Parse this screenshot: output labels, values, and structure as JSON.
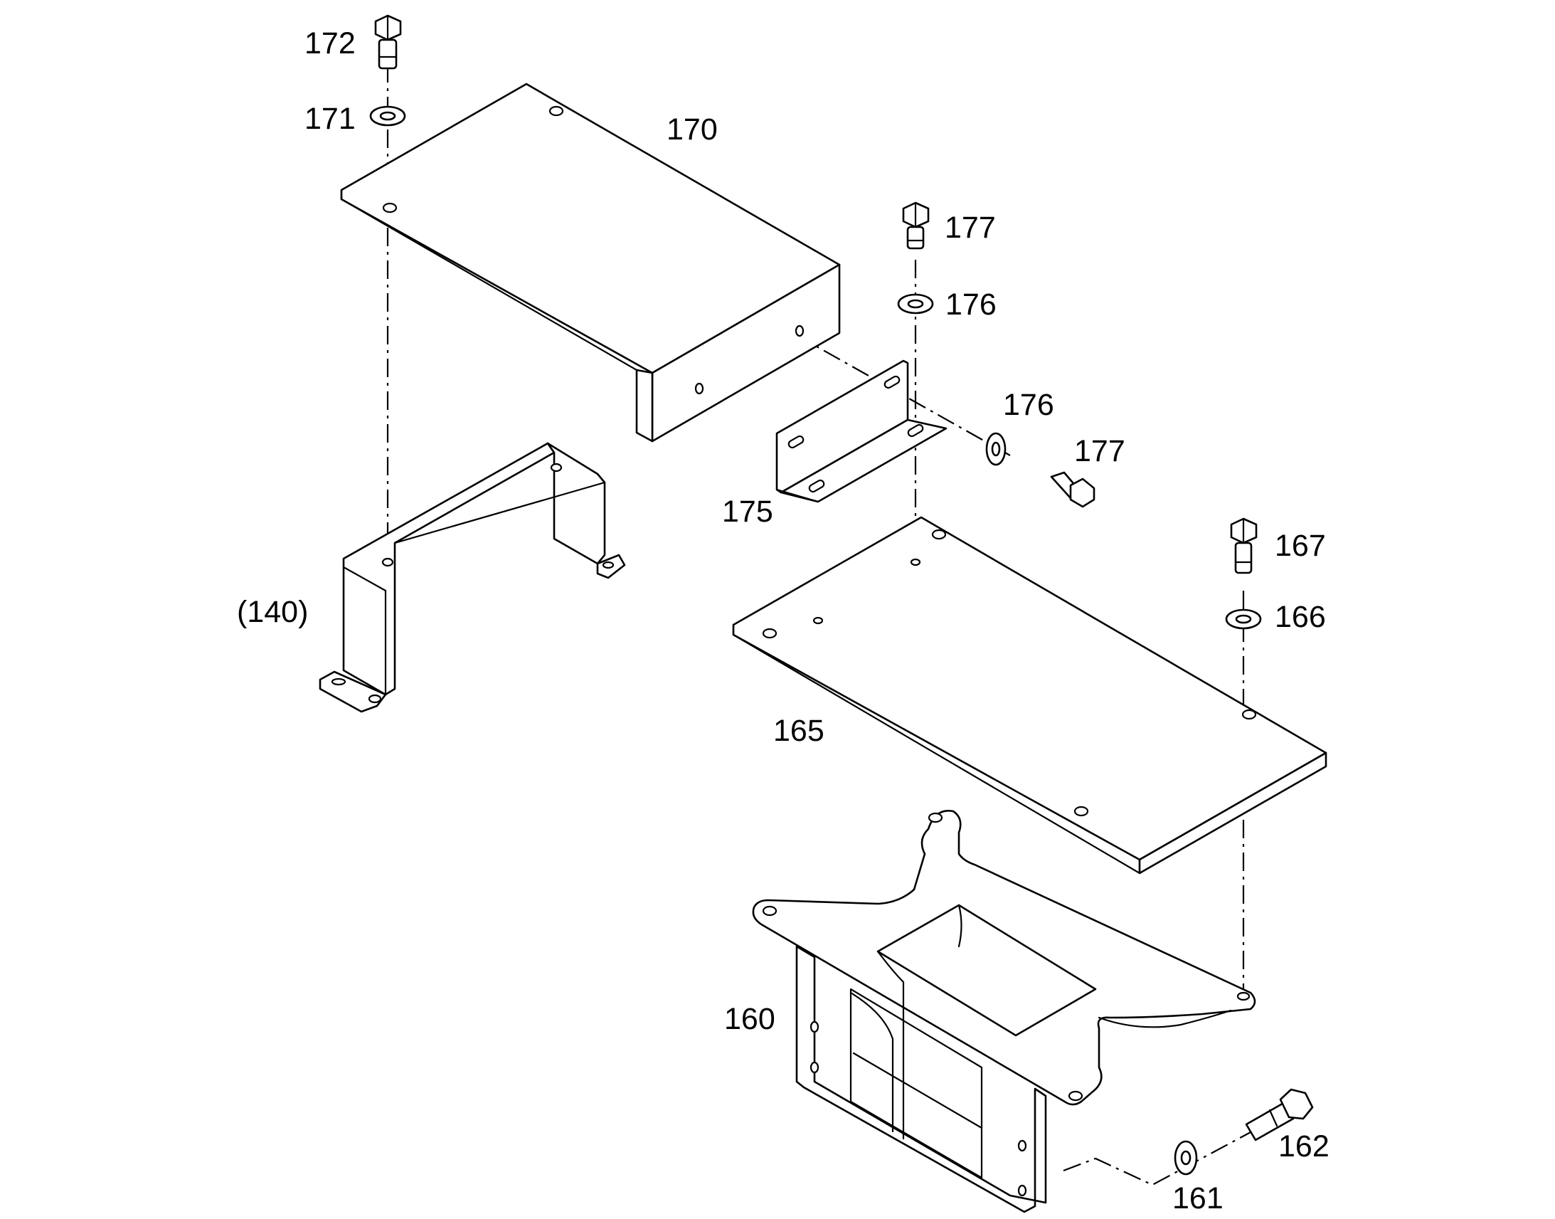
{
  "colors": {
    "line": "#000000",
    "background": "#ffffff"
  },
  "callouts": {
    "c172": "172",
    "c171": "171",
    "c170": "170",
    "c177a": "177",
    "c176a": "176",
    "c176b": "176",
    "c177b": "177",
    "c175": "175",
    "c140": "(140)",
    "c167": "167",
    "c166": "166",
    "c165": "165",
    "c160": "160",
    "c162": "162",
    "c161": "161"
  }
}
